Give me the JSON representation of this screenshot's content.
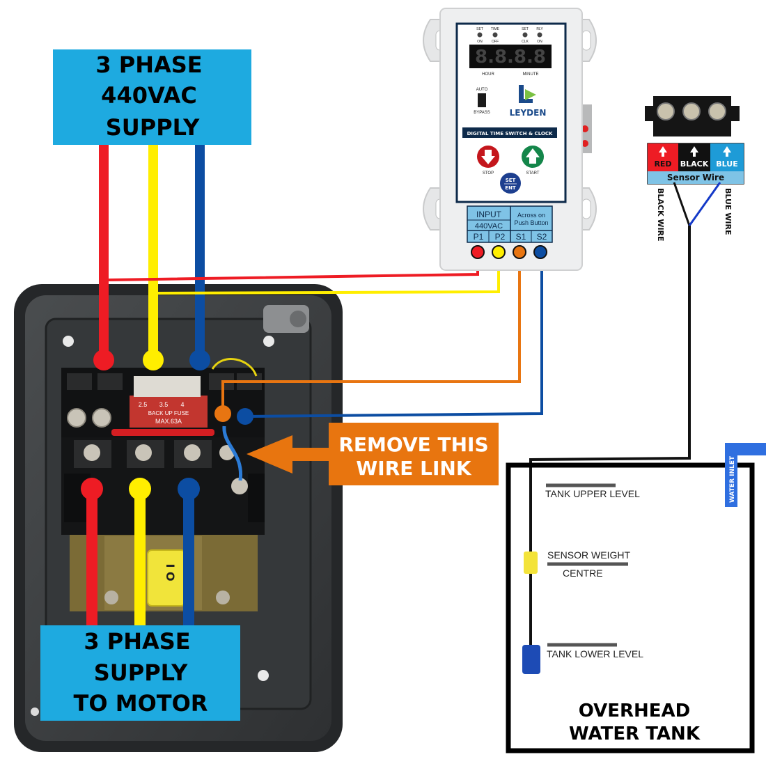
{
  "supply": {
    "line1": "3 PHASE",
    "line2": "440VAC",
    "line3": "SUPPLY"
  },
  "motor": {
    "line1": "3 PHASE",
    "line2": "SUPPLY",
    "line3": "TO MOTOR"
  },
  "callout": {
    "line1": "REMOVE THIS",
    "line2": "WIRE LINK"
  },
  "fuse": {
    "label": "BACK UP FUSE",
    "rating": "MAX.63A",
    "scale": [
      "2.5",
      "3.5",
      "4"
    ]
  },
  "starter": {
    "switch_mark": "I O"
  },
  "device": {
    "brand": "LEYDEN",
    "product": "DIGITAL TIME SWITCH & CLOCK",
    "led_labels": [
      {
        "top": "SET",
        "bottom": "ON"
      },
      {
        "top": "TIME",
        "bottom": "OFF"
      },
      {
        "top": "SET",
        "bottom": "CLK"
      },
      {
        "top": "RLY",
        "bottom": "ON"
      }
    ],
    "display": "8.8.8.8",
    "hour_label": "HOUR",
    "minute_label": "MINUTE",
    "auto_label": "AUTO",
    "bypass_label": "BYPASS",
    "stop_label": "STOP",
    "start_label": "START",
    "set_label": "SET",
    "ent_label": "ENT",
    "input_label": "INPUT",
    "voltage_label": "440VAC",
    "across_line1": "Across on",
    "across_line2": "Push Button",
    "terminals": [
      "P1",
      "P2",
      "S1",
      "S2"
    ]
  },
  "sensor": {
    "red": "RED",
    "black": "BLACK",
    "blue": "BLUE",
    "title": "Sensor Wire",
    "black_wire": "BLACK WIRE",
    "blue_wire": "BLUE WIRE"
  },
  "tank": {
    "upper": "TANK UPPER LEVEL",
    "weight_line1": "SENSOR WEIGHT",
    "weight_line2": "CENTRE",
    "lower": "TANK LOWER LEVEL",
    "inlet": "WATER INLET",
    "title_line1": "OVERHEAD",
    "title_line2": "WATER TANK"
  },
  "colors": {
    "red": "#ee1c24",
    "yellow": "#ffee00",
    "blue": "#0c4da2",
    "orange": "#e87511",
    "sky": "#1eaae0",
    "callout": "#e8750f"
  }
}
